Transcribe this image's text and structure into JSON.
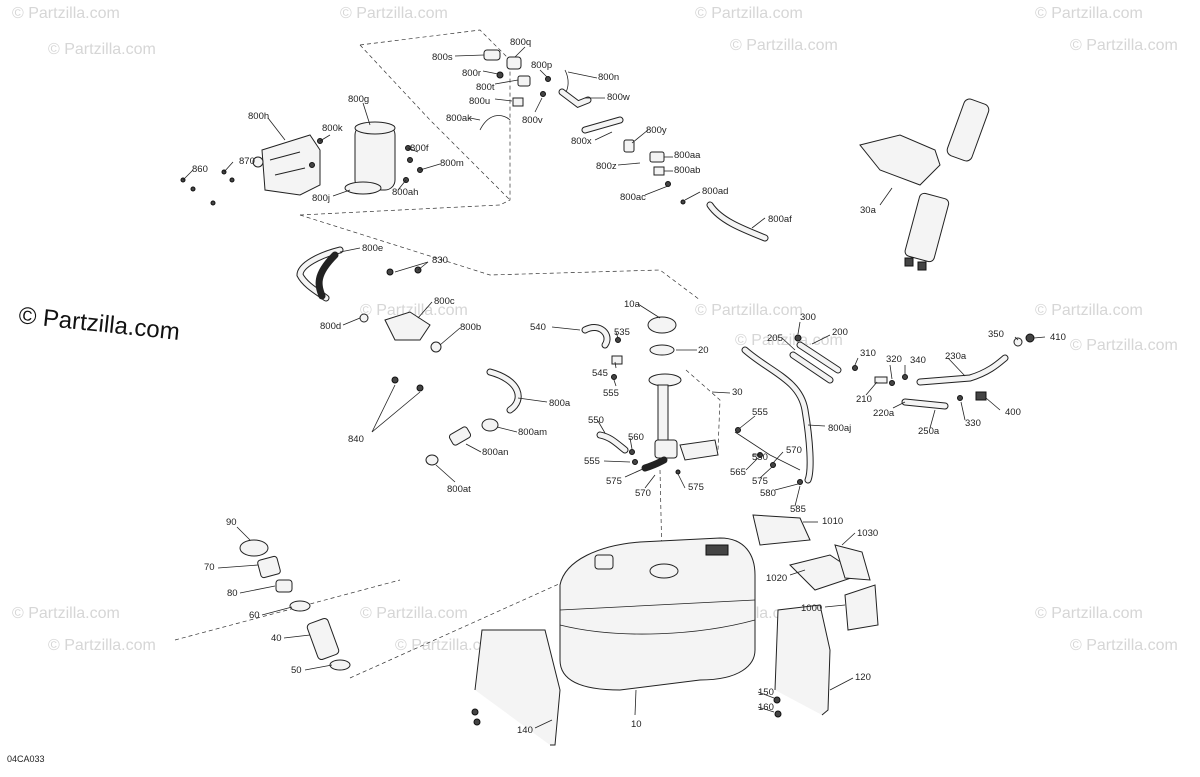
{
  "watermark": {
    "small_text": "© Partzilla.com",
    "large_text": "© Partzilla.com"
  },
  "figure_ref": "04CA033",
  "callouts": {
    "c800s": "800s",
    "c800q": "800q",
    "c800r": "800r",
    "c800t": "800t",
    "c800p": "800p",
    "c800n": "800n",
    "c800u": "800u",
    "c800w": "800w",
    "c800ak": "800ak",
    "c800v": "800v",
    "c800x": "800x",
    "c800y": "800y",
    "c800g": "800g",
    "c800h": "800h",
    "c800k": "800k",
    "c800f": "800f",
    "c800m": "800m",
    "c800ah": "800ah",
    "c800j": "800j",
    "c860": "860",
    "c870": "870",
    "c800aa": "800aa",
    "c800z": "800z",
    "c800ab": "800ab",
    "c800ac": "800ac",
    "c800ad": "800ad",
    "c800af": "800af",
    "c30a": "30a",
    "c800e": "800e",
    "c830": "830",
    "c800c": "800c",
    "c800d": "800d",
    "c800b": "800b",
    "c800a": "800a",
    "c840": "840",
    "c800am": "800am",
    "c800an": "800an",
    "c800at": "800at",
    "c10a": "10a",
    "c540": "540",
    "c535": "535",
    "c20": "20",
    "c545": "545",
    "c555a": "555",
    "c30": "30",
    "c550a": "550",
    "c560": "560",
    "c555b": "555",
    "c575a": "575",
    "c570a": "570",
    "c575b": "575",
    "c555c": "555",
    "c550b": "550",
    "c565": "565",
    "c575c": "575",
    "c570b": "570",
    "c580": "580",
    "c585": "585",
    "c800aj": "800aj",
    "c300": "300",
    "c205": "205",
    "c200": "200",
    "c310": "310",
    "c320": "320",
    "c340": "340",
    "c210": "210",
    "c220a": "220a",
    "c350": "350",
    "c410": "410",
    "c230a": "230a",
    "c250a": "250a",
    "c330": "330",
    "c400": "400",
    "c1010": "1010",
    "c1030": "1030",
    "c1020": "1020",
    "c1000": "1000",
    "c90": "90",
    "c70": "70",
    "c80": "80",
    "c60": "60",
    "c40": "40",
    "c50": "50",
    "c140": "140",
    "c10": "10",
    "c150": "150",
    "c160": "160",
    "c120": "120"
  }
}
